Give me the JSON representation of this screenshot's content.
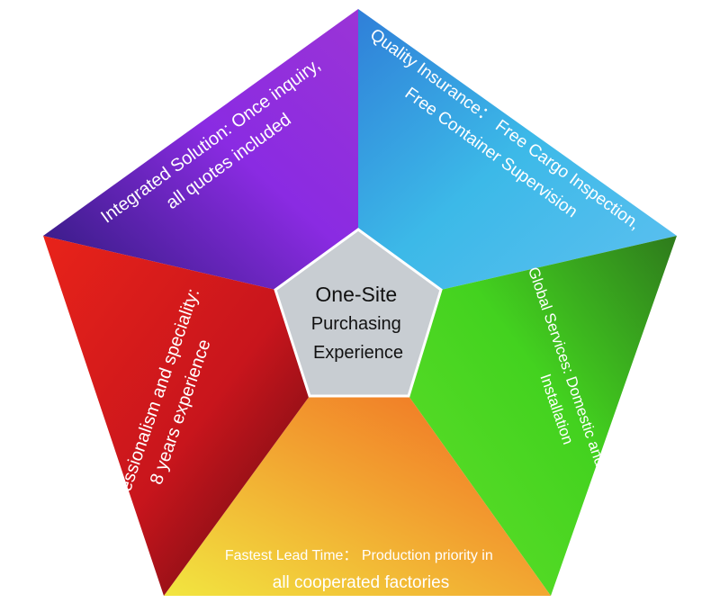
{
  "center": {
    "lines": [
      "One-Site",
      "Purchasing",
      "Experience"
    ],
    "fill": "#c8cdd2",
    "stroke": "#ffffff"
  },
  "segments": [
    {
      "id": "integrated-solution",
      "lines": [
        "Integrated Solution: Once inquiry,",
        "all quotes included"
      ],
      "colors": [
        "#2d1a7a",
        "#9a34d6",
        "#8a2be2"
      ]
    },
    {
      "id": "quality-insurance",
      "lines": [
        "Quality Insurance： Free Cargo Inspection,",
        "Free Container Supervision"
      ],
      "colors": [
        "#5ec0f0",
        "#2f7fd8",
        "#3cb9e8"
      ]
    },
    {
      "id": "global-services",
      "lines": [
        "Global Services: Domestic and Overseas",
        "Installation"
      ],
      "colors": [
        "#2e7a1c",
        "#43d21f",
        "#5fe02a"
      ]
    },
    {
      "id": "fastest-lead-time",
      "lines": [
        "Fastest Lead Time： Production priority in",
        "all cooperated factories"
      ],
      "colors": [
        "#f2e640",
        "#f06a22",
        "#f2a030"
      ]
    },
    {
      "id": "professionalism",
      "lines": [
        "Professionalism and speciality:",
        "8 years experience"
      ],
      "colors": [
        "#e8231a",
        "#5a0a12",
        "#c8151c"
      ]
    }
  ]
}
